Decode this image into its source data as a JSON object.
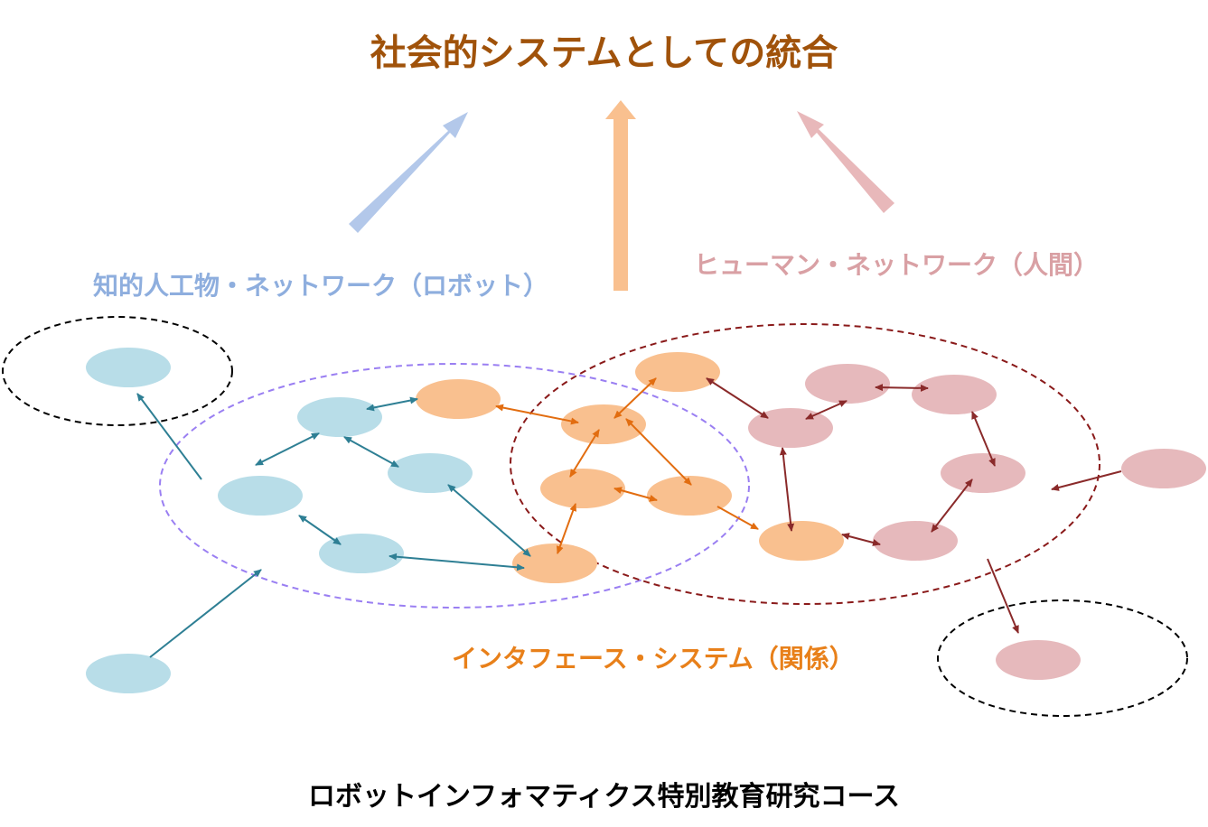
{
  "title": "社会的システムとしての統合",
  "robot_network_label": "知的人工物・ネットワーク（ロボット）",
  "human_network_label": "ヒューマン・ネットワーク（人間）",
  "interface_label": "インタフェース・システム（関係）",
  "course_name": "ロボットインフォマティクス特別教育研究コース",
  "colors": {
    "title": "#a0520a",
    "robot": "#b8dde8",
    "robot_text": "#8eaede",
    "robot_arrow": "#2e7f94",
    "robot_up_arrow": "#b3c8ea",
    "interface": "#f9c08f",
    "interface_text": "#e8801a",
    "interface_arrow": "#e26d10",
    "interface_up_arrow": "#f9c08f",
    "human": "#e6b9bc",
    "human_text": "#d9a0a4",
    "human_arrow": "#8a2a2a",
    "human_up_arrow": "#e8b8ba",
    "robot_boundary": "#9a7ff2",
    "human_boundary": "#8a1a1a",
    "outlier_boundary": "#000000"
  }
}
